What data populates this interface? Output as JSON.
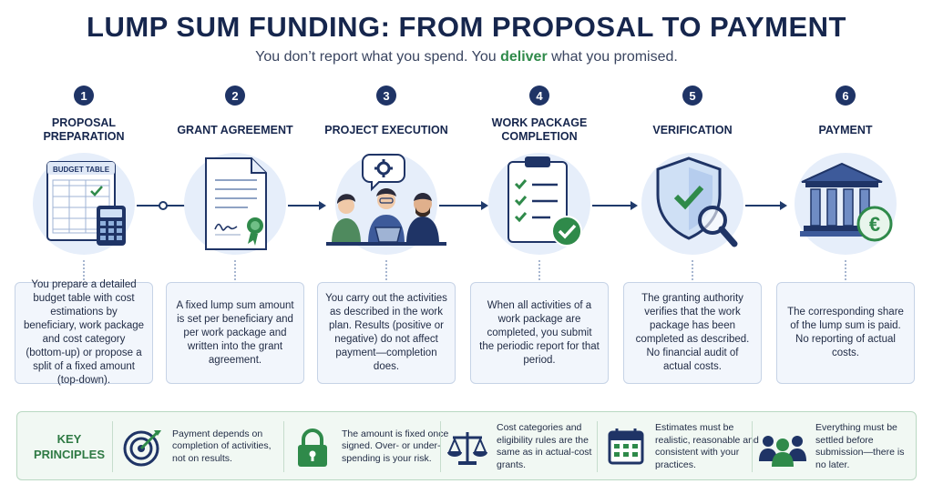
{
  "title": "LUMP SUM FUNDING: FROM PROPOSAL TO PAYMENT",
  "subtitle": {
    "before": "You don’t report what you spend. You ",
    "highlight": "deliver",
    "after": " what you promised."
  },
  "colors": {
    "navy": "#1f3466",
    "green": "#2f8a4a",
    "light_blue": "#e6eefa"
  },
  "steps": [
    {
      "number": "1",
      "title": "PROPOSAL PREPARATION",
      "icon": "budget-table-calculator-icon",
      "illus_label": "BUDGET TABLE",
      "description": "You prepare a detailed budget table with cost estimations by beneficiary, work package and cost category (bottom-up) or propose a split of a fixed amount (top-down)."
    },
    {
      "number": "2",
      "title": "GRANT AGREEMENT",
      "icon": "signed-document-icon",
      "description": "A fixed lump sum amount is set per beneficiary and per work package and written into the grant agreement."
    },
    {
      "number": "3",
      "title": "PROJECT EXECUTION",
      "icon": "team-working-icon",
      "description": "You carry out the activities as described in the work plan. Results (positive or negative) do not affect payment—completion does."
    },
    {
      "number": "4",
      "title": "WORK PACKAGE COMPLETION",
      "icon": "checklist-icon",
      "description": "When all activities of a work package are completed, you submit the periodic report for that period."
    },
    {
      "number": "5",
      "title": "VERIFICATION",
      "icon": "shield-magnifier-icon",
      "description": "The granting authority verifies that the work package has been completed as described. No financial audit of actual costs."
    },
    {
      "number": "6",
      "title": "PAYMENT",
      "icon": "bank-euro-icon",
      "description": "The corresponding share of the lump sum is paid. No reporting of actual costs."
    }
  ],
  "principles": {
    "title": "KEY PRINCIPLES",
    "items": [
      {
        "icon": "target-icon",
        "text": "Payment depends on completion of activities, not on results."
      },
      {
        "icon": "padlock-icon",
        "text": "The amount is fixed once signed. Over- or under-spending is your risk."
      },
      {
        "icon": "scales-icon",
        "text": "Cost categories and eligibility rules are the same as in actual-cost grants."
      },
      {
        "icon": "calendar-icon",
        "text": "Estimates must be realistic, reasonable and consistent with your practices."
      },
      {
        "icon": "people-icon",
        "text": "Everything must be settled before submission—there is no later."
      }
    ]
  }
}
